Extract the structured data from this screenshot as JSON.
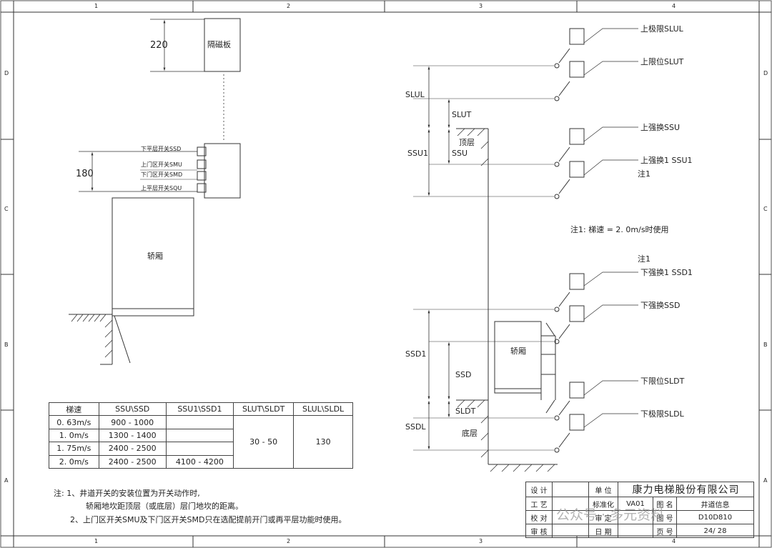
{
  "frame": {
    "cols": [
      "1",
      "2",
      "3",
      "4"
    ],
    "rows": [
      "D",
      "C",
      "B",
      "A"
    ]
  },
  "left_diagram": {
    "dim_top": "220",
    "magnet_plate": "隔磁板",
    "dim_mid": "180",
    "sw_ssd": "下平层开关SSD",
    "sw_smu": "上门区开关SMU",
    "sw_smd": "下门区开关SMD",
    "sw_squ": "上平层开关SQU",
    "car_label": "轿厢"
  },
  "right_diagram": {
    "slul": "上极限SLUL",
    "slut": "上限位SLUT",
    "ssu": "上强换SSU",
    "ssu1": "上强换1    SSU1",
    "note1_a": "注1",
    "speed_note": "注1:  梯速 = 2. 0m/s时使用",
    "note1_b": "注1",
    "ssd1": "下强换1    SSD1",
    "ssd": "下强换SSD",
    "sldt": "下限位SLDT",
    "sldl": "下极限SLDL",
    "dim_slul": "SLUL",
    "dim_slut": "SLUT",
    "top_floor": "顶层",
    "dim_ssu": "SSU",
    "dim_ssu1": "SSU1",
    "dim_ssd1": "SSD1",
    "dim_ssd": "SSD",
    "dim_sldt": "SLDT",
    "bottom_floor": "底层",
    "dim_sldl": "SSDL",
    "car_label": "轿厢"
  },
  "speed_table": {
    "headers": [
      "梯速",
      "SSU\\SSD",
      "SSU1\\SSD1",
      "SLUT\\SLDT",
      "SLUL\\SLDL"
    ],
    "rows": [
      {
        "speed": "0. 63m/s",
        "ssu_ssd": "900 - 1000",
        "ssu1_ssd1": ""
      },
      {
        "speed": "1. 0m/s",
        "ssu_ssd": "1300 - 1400",
        "ssu1_ssd1": ""
      },
      {
        "speed": "1. 75m/s",
        "ssu_ssd": "2400 - 2500",
        "ssu1_ssd1": ""
      },
      {
        "speed": "2. 0m/s",
        "ssu_ssd": "2400 - 2500",
        "ssu1_ssd1": "4100 - 4200"
      }
    ],
    "slut_sldt": "30 - 50",
    "slul_sldl": "130"
  },
  "notes": {
    "line1": "注:  1、井道开关的安装位置为开关动作时,",
    "line2": "轿厢地坎距顶层（或底层）层门地坎的距离。",
    "line3": "2、上门区开关SMU及下门区开关SMD只在选配提前开门或再平层功能时使用。"
  },
  "title_block": {
    "design": "设 计",
    "process": "工 艺",
    "check": "校 对",
    "review": "审 核",
    "unit": "单 位",
    "company": "康力电梯股份有限公司",
    "std": "标准化",
    "std_val": "VA01",
    "fig_name": "图 名",
    "fig_name_val": "井道信息",
    "approve": "审 定",
    "fig_no": "图 号",
    "fig_no_val": "D10D810",
    "date": "日 期",
    "page": "页 号",
    "page_val": "24/ 28"
  },
  "watermark": "公众号 · 多元资料"
}
